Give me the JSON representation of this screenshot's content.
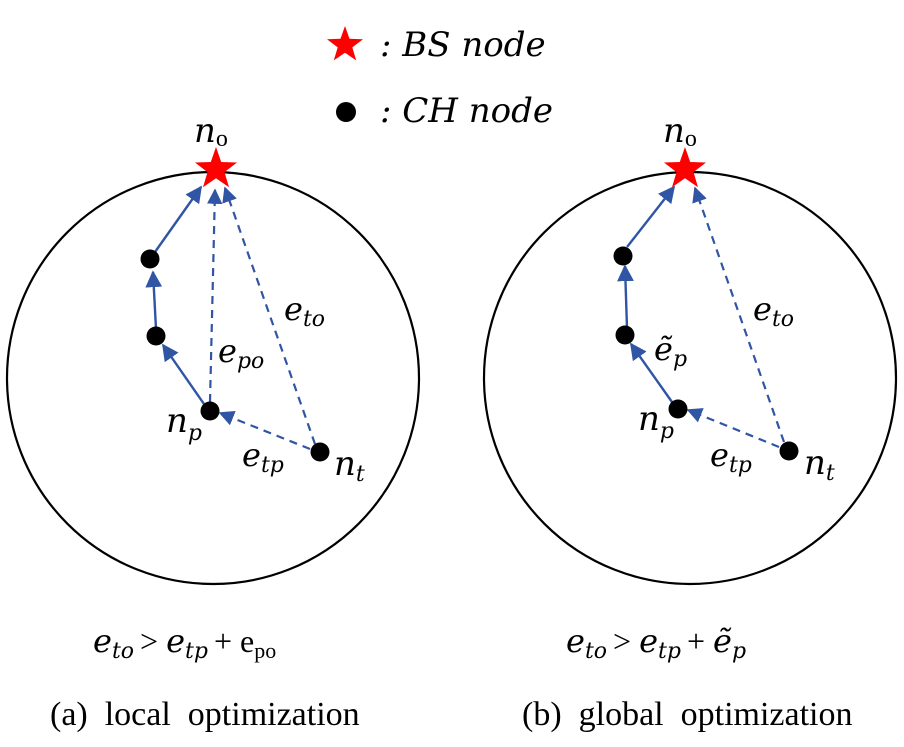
{
  "legend": {
    "bs_label": ": BS node",
    "ch_label": ": CH node",
    "colors": {
      "bs": "#ff0000",
      "ch": "#000000",
      "edge": "#2f55a4"
    }
  },
  "panels": [
    {
      "id": "a",
      "label_o": "n",
      "label_o_sub": "o",
      "label_p": "n",
      "label_p_sub": "p",
      "label_t": "n",
      "label_t_sub": "t",
      "edge_to": "e",
      "edge_to_sub": "to",
      "edge_tp": "e",
      "edge_tp_sub": "tp",
      "edge_mid": "e",
      "edge_mid_sub": "po",
      "formula": {
        "lhs": "e",
        "lhs_sub": "to",
        "op": ">",
        "term1": "e",
        "term1_sub": "tp",
        "plus": "+",
        "term2": "e",
        "term2_sub": "po"
      },
      "caption": "(a)  local  optimization"
    },
    {
      "id": "b",
      "label_o": "n",
      "label_o_sub": "o",
      "label_p": "n",
      "label_p_sub": "p",
      "label_t": "n",
      "label_t_sub": "t",
      "edge_to": "e",
      "edge_to_sub": "to",
      "edge_tp": "e",
      "edge_tp_sub": "tp",
      "edge_mid": "ẽ",
      "edge_mid_sub": "p",
      "formula": {
        "lhs": "e",
        "lhs_sub": "to",
        "op": ">",
        "term1": "e",
        "term1_sub": "tp",
        "plus": "+",
        "term2": "ẽ",
        "term2_sub": "p"
      },
      "caption": "(b)  global  optimization"
    }
  ]
}
